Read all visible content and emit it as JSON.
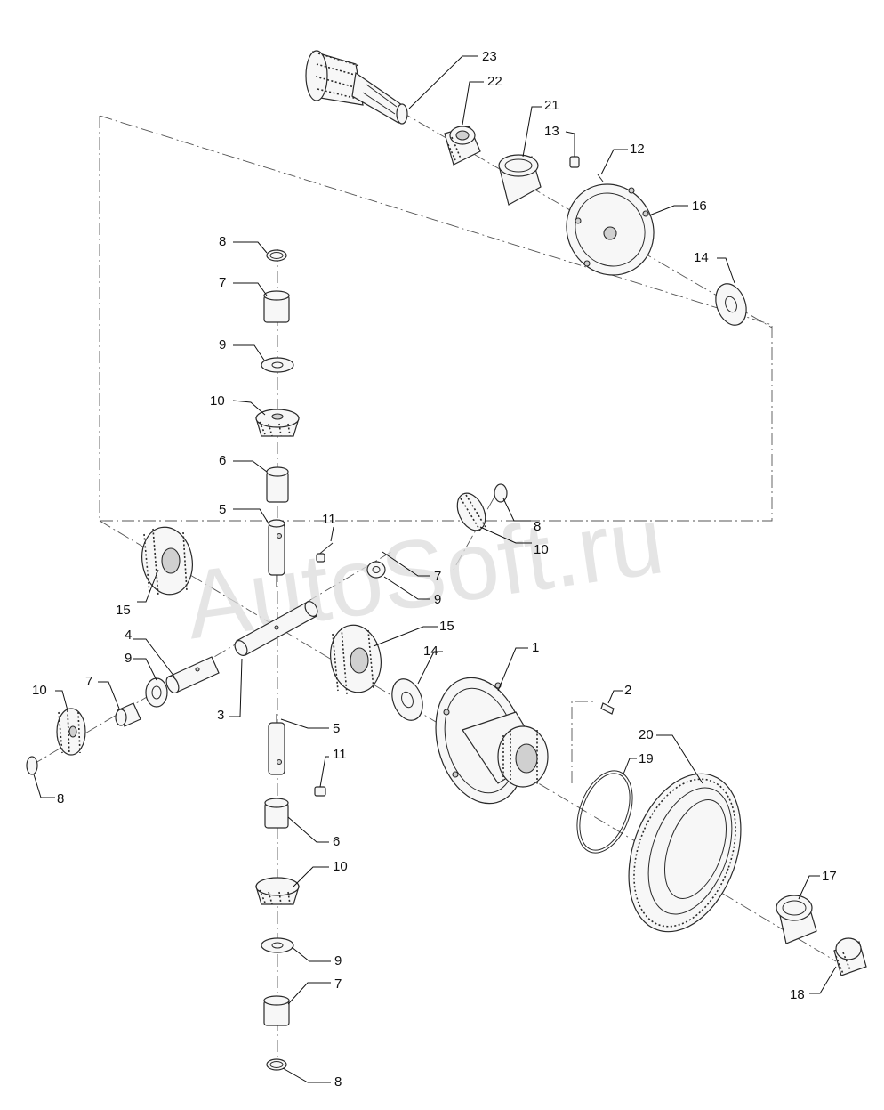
{
  "watermark": "AutoSoft.ru",
  "colors": {
    "line": "#2a2a2a",
    "watermark": "#dcdcdc",
    "background": "#ffffff"
  },
  "callouts": [
    {
      "id": "c23",
      "label": "23"
    },
    {
      "id": "c22",
      "label": "22"
    },
    {
      "id": "c21",
      "label": "21"
    },
    {
      "id": "c13",
      "label": "13"
    },
    {
      "id": "c12",
      "label": "12"
    },
    {
      "id": "c16",
      "label": "16"
    },
    {
      "id": "c14a",
      "label": "14"
    },
    {
      "id": "c8a",
      "label": "8"
    },
    {
      "id": "c7a",
      "label": "7"
    },
    {
      "id": "c9a",
      "label": "9"
    },
    {
      "id": "c10a",
      "label": "10"
    },
    {
      "id": "c6a",
      "label": "6"
    },
    {
      "id": "c5a",
      "label": "5"
    },
    {
      "id": "c11a",
      "label": "11"
    },
    {
      "id": "c8b",
      "label": "8"
    },
    {
      "id": "c10b",
      "label": "10"
    },
    {
      "id": "c7b",
      "label": "7"
    },
    {
      "id": "c9b",
      "label": "9"
    },
    {
      "id": "c15a",
      "label": "15"
    },
    {
      "id": "c15b",
      "label": "15"
    },
    {
      "id": "c4",
      "label": "4"
    },
    {
      "id": "c9c",
      "label": "9"
    },
    {
      "id": "c10c",
      "label": "10"
    },
    {
      "id": "c7c",
      "label": "7"
    },
    {
      "id": "c3",
      "label": "3"
    },
    {
      "id": "c14b",
      "label": "14"
    },
    {
      "id": "c1",
      "label": "1"
    },
    {
      "id": "c2",
      "label": "2"
    },
    {
      "id": "c8c",
      "label": "8"
    },
    {
      "id": "c5b",
      "label": "5"
    },
    {
      "id": "c11b",
      "label": "11"
    },
    {
      "id": "c19",
      "label": "19"
    },
    {
      "id": "c20",
      "label": "20"
    },
    {
      "id": "c6b",
      "label": "6"
    },
    {
      "id": "c10d",
      "label": "10"
    },
    {
      "id": "c17",
      "label": "17"
    },
    {
      "id": "c9d",
      "label": "9"
    },
    {
      "id": "c18",
      "label": "18"
    },
    {
      "id": "c7d",
      "label": "7"
    },
    {
      "id": "c8d",
      "label": "8"
    }
  ]
}
